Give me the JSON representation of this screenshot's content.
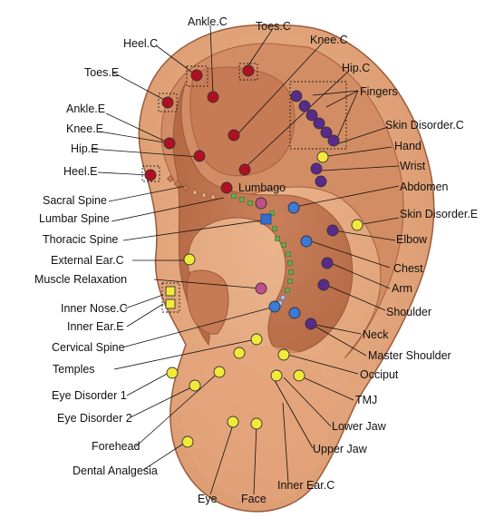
{
  "colors": {
    "ear_light": "#e7ad84",
    "ear_mid": "#d99068",
    "ear_dark": "#b86b45",
    "ear_outline": "#9a5a3a",
    "point_red": "#b01020",
    "point_purple": "#5a2a8a",
    "point_blue": "#3a7ad8",
    "point_yellow": "#f2ea3a",
    "point_pink": "#c0508a",
    "marker_green": "#6aa84f",
    "marker_blue": "#2f6fd0",
    "leader_line": "#111111"
  },
  "labels": {
    "ankle_c": "Ankle.C",
    "toes_c": "Toes.C",
    "heel_c": "Heel.C",
    "knee_c": "Knee.C",
    "toes_e": "Toes.E",
    "hip_c": "Hip.C",
    "fingers": "Fingers",
    "ankle_e": "Ankle.E",
    "skin_disorder_c": "Skin Disorder.C",
    "knee_e": "Knee.E",
    "hand": "Hand",
    "hip_e": "Hip.E",
    "wrist": "Wrist",
    "heel_e": "Heel.E",
    "abdomen": "Abdomen",
    "lumbago": "Lumbago",
    "sacral_spine": "Sacral Spine",
    "lumbar_spine": "Lumbar Spine",
    "skin_disorder_e": "Skin Disorder.E",
    "thoracic_spine": "Thoracic Spine",
    "elbow": "Elbow",
    "external_ear_c": "External Ear.C",
    "chest": "Chest",
    "muscle_relaxation": "Muscle Relaxation",
    "arm": "Arm",
    "inner_nose_c": "Inner Nose.C",
    "shoulder": "Shoulder",
    "inner_ear_e": "Inner Ear.E",
    "neck": "Neck",
    "cervical_spine": "Cervical Spine",
    "master_shoulder": "Master Shoulder",
    "temples": "Temples",
    "occiput": "Occiput",
    "eye_disorder_1": "Eye Disorder 1",
    "tmj": "TMJ",
    "eye_disorder_2": "Eye Disorder 2",
    "lower_jaw": "Lower Jaw",
    "forehead": "Forehead",
    "upper_jaw": "Upper Jaw",
    "dental_analgesia": "Dental Analgesia",
    "inner_ear_c": "Inner Ear.C",
    "eye": "Eye",
    "face": "Face"
  }
}
